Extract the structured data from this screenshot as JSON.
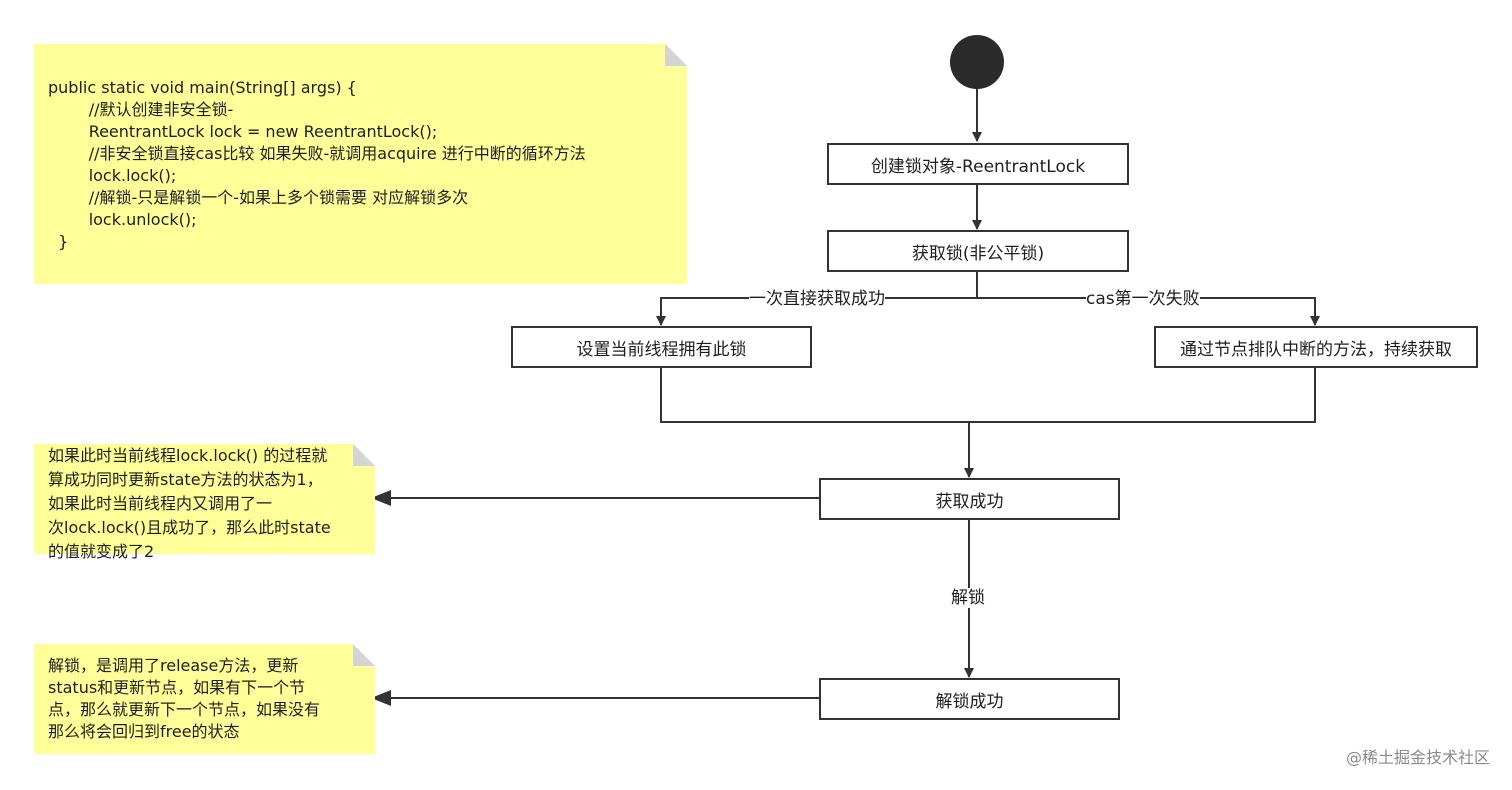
{
  "code_note": {
    "lines": [
      "public static void main(String[] args) {",
      "        //默认创建非安全锁-",
      "        ReentrantLock lock = new ReentrantLock();",
      "        //非安全锁直接cas比较 如果失败-就调用acquire 进行中断的循环方法",
      "        lock.lock();",
      "        //解锁-只是解锁一个-如果上多个锁需要 对应解锁多次",
      "        lock.unlock();",
      "  }"
    ]
  },
  "nodes": {
    "create_lock": "创建锁对象-ReentrantLock",
    "acquire_lock": "获取锁(非公平锁)",
    "set_owner": "设置当前线程拥有此锁",
    "queue_acquire": "通过节点排队中断的方法，持续获取",
    "acquire_success": "获取成功",
    "unlock_success": "解锁成功"
  },
  "edge_labels": {
    "first_success": "一次直接获取成功",
    "cas_fail": "cas第一次失败",
    "unlock": "解锁"
  },
  "notes": {
    "acquire_note": [
      "如果此时当前线程lock.lock() 的过程就",
      "算成功同时更新state方法的状态为1，",
      "如果此时当前线程内又调用了一",
      "次lock.lock()且成功了，那么此时state",
      "的值就变成了2"
    ],
    "unlock_note": [
      "解锁，是调用了release方法，更新",
      "status和更新节点，如果有下一个节",
      "点，那么就更新下一个节点，如果没有",
      "那么将会回归到free的状态"
    ]
  },
  "watermark": "@稀土掘金技术社区",
  "colors": {
    "note_bg": "#ffff99",
    "stroke": "#333333",
    "start_node": "#2b2b2b"
  }
}
